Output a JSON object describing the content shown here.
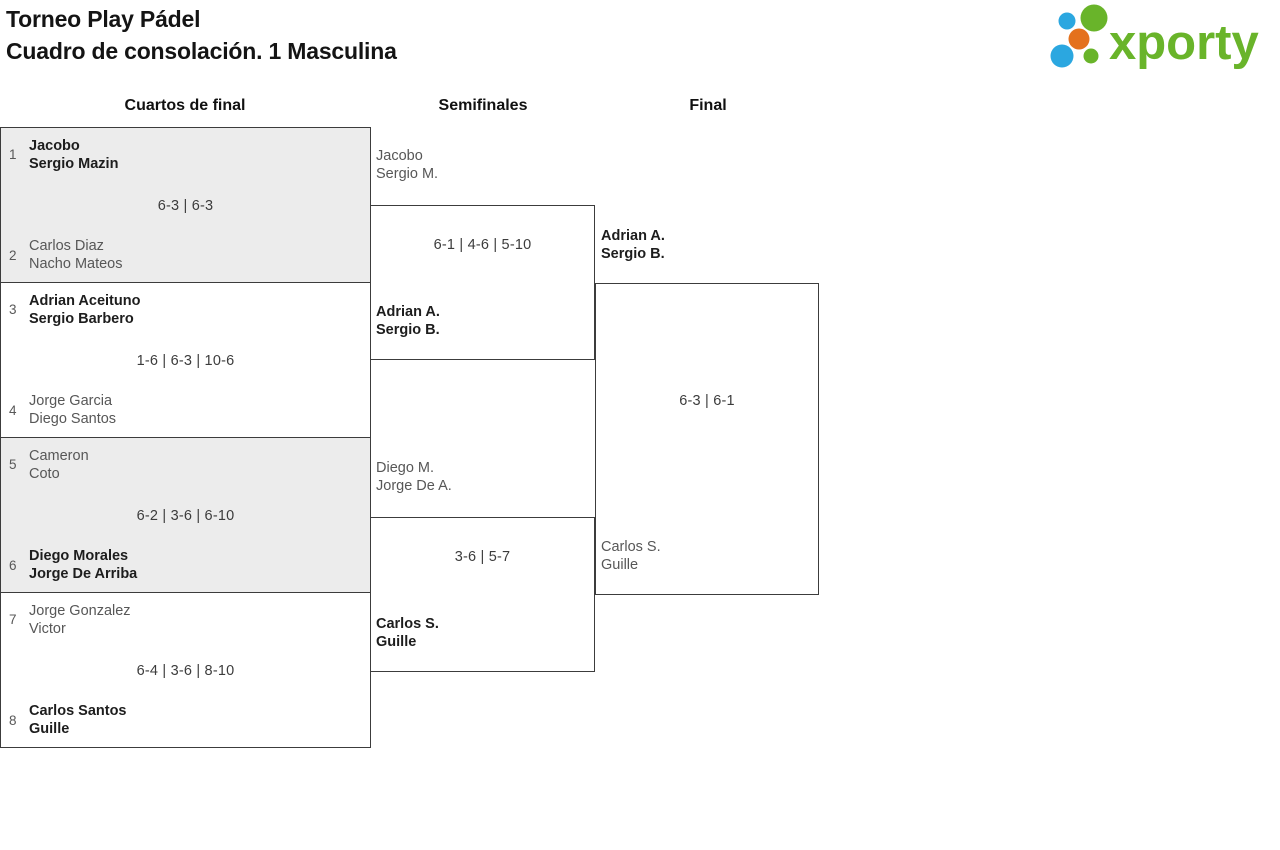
{
  "header": {
    "title": "Torneo Play Pádel",
    "subtitle": "Cuadro de consolación. 1 Masculina",
    "logo": {
      "text": "xporty",
      "green": "#69b42a",
      "blue": "#2ba7e0",
      "orange": "#e4711d"
    }
  },
  "rounds": [
    {
      "label": "Cuartos de final"
    },
    {
      "label": "Semifinales"
    },
    {
      "label": "Final"
    }
  ],
  "quarterfinals": [
    {
      "seed_top": "1",
      "team_top": [
        "Jacobo",
        "Sergio Mazin"
      ],
      "top_winner": true,
      "score": "6-3 | 6-3",
      "seed_bottom": "2",
      "team_bottom": [
        "Carlos Diaz",
        "Nacho Mateos"
      ],
      "bottom_winner": false
    },
    {
      "seed_top": "3",
      "team_top": [
        "Adrian Aceituno",
        "Sergio Barbero"
      ],
      "top_winner": true,
      "score": "1-6 | 6-3 | 10-6",
      "seed_bottom": "4",
      "team_bottom": [
        "Jorge Garcia",
        "Diego Santos"
      ],
      "bottom_winner": false
    },
    {
      "seed_top": "5",
      "team_top": [
        "Cameron",
        "Coto"
      ],
      "top_winner": false,
      "score": "6-2 | 3-6 | 6-10",
      "seed_bottom": "6",
      "team_bottom": [
        "Diego Morales",
        "Jorge De Arriba"
      ],
      "bottom_winner": true
    },
    {
      "seed_top": "7",
      "team_top": [
        "Jorge Gonzalez",
        "Victor"
      ],
      "top_winner": false,
      "score": "6-4 | 3-6 | 8-10",
      "seed_bottom": "8",
      "team_bottom": [
        "Carlos Santos",
        "Guille"
      ],
      "bottom_winner": true
    }
  ],
  "semifinals": [
    {
      "team_top": [
        "Jacobo",
        "Sergio M."
      ],
      "top_winner": false,
      "score": "6-1 | 4-6 | 5-10",
      "team_bottom": [
        "Adrian A.",
        "Sergio B."
      ],
      "bottom_winner": true
    },
    {
      "team_top": [
        "Diego M.",
        "Jorge De A."
      ],
      "top_winner": false,
      "score": "3-6 | 5-7",
      "team_bottom": [
        "Carlos S.",
        "Guille"
      ],
      "bottom_winner": true
    }
  ],
  "final": {
    "team_top": [
      "Adrian A.",
      "Sergio B."
    ],
    "top_winner": true,
    "score": "6-3 | 6-1",
    "team_bottom": [
      "Carlos S.",
      "Guille"
    ],
    "bottom_winner": false
  }
}
